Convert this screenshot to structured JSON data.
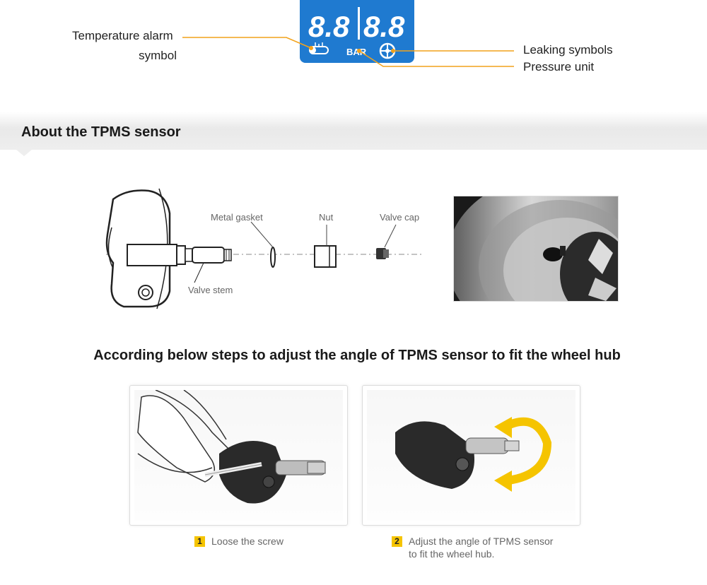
{
  "display": {
    "left_digits": "8.8",
    "right_digits": "8.8",
    "unit": "BAR"
  },
  "callouts": {
    "temperature_line1": "Temperature alarm",
    "temperature_line2": "symbol",
    "leaking": "Leaking symbols",
    "pressure": "Pressure unit"
  },
  "section": {
    "title": "About the TPMS sensor"
  },
  "parts": {
    "metal_gasket": "Metal gasket",
    "nut": "Nut",
    "valve_cap": "Valve cap",
    "valve_stem": "Valve stem"
  },
  "steps_heading": "According below steps to adjust the angle of TPMS sensor to fit the wheel hub",
  "steps": [
    {
      "number": "1",
      "text_line1": "Loose the screw",
      "text_line2": ""
    },
    {
      "number": "2",
      "text_line1": "Adjust the angle of TPMS sensor",
      "text_line2": "to fit the wheel hub."
    }
  ],
  "colors": {
    "lcd_blue": "#1f7ad0",
    "callout_orange": "#f2a21b",
    "step_badge": "#f5c400",
    "arrow_yellow": "#f5c400"
  }
}
